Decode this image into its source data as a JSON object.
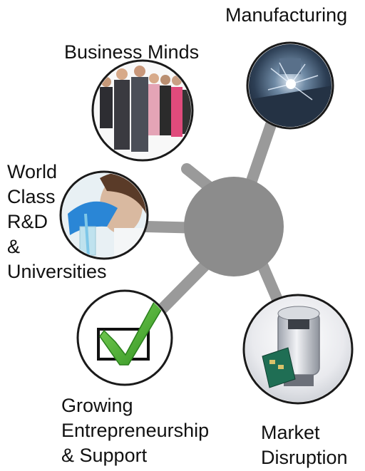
{
  "hub": {
    "colors": {
      "hub_fill": "#8c8c8c",
      "spoke": "#9a9a9a",
      "ring": "#1a1a1a",
      "check_green": "#3aa82a"
    }
  },
  "nodes": [
    {
      "id": "manufacturing",
      "label_lines": [
        "Manufacturing"
      ],
      "icon": "manufacturing-photo-icon"
    },
    {
      "id": "business",
      "label_lines": [
        "Business Minds"
      ],
      "icon": "business-people-photo-icon"
    },
    {
      "id": "rd",
      "label_lines": [
        "World",
        "Class",
        "R&D",
        "&",
        "Universities"
      ],
      "icon": "lab-scientist-photo-icon"
    },
    {
      "id": "entrepreneurship",
      "label_lines": [
        "Growing",
        "Entrepreneurship",
        "& Support"
      ],
      "icon": "checkmark-icon"
    },
    {
      "id": "market",
      "label_lines": [
        "Market",
        "Disruption"
      ],
      "icon": "smart-meter-device-icon"
    }
  ]
}
